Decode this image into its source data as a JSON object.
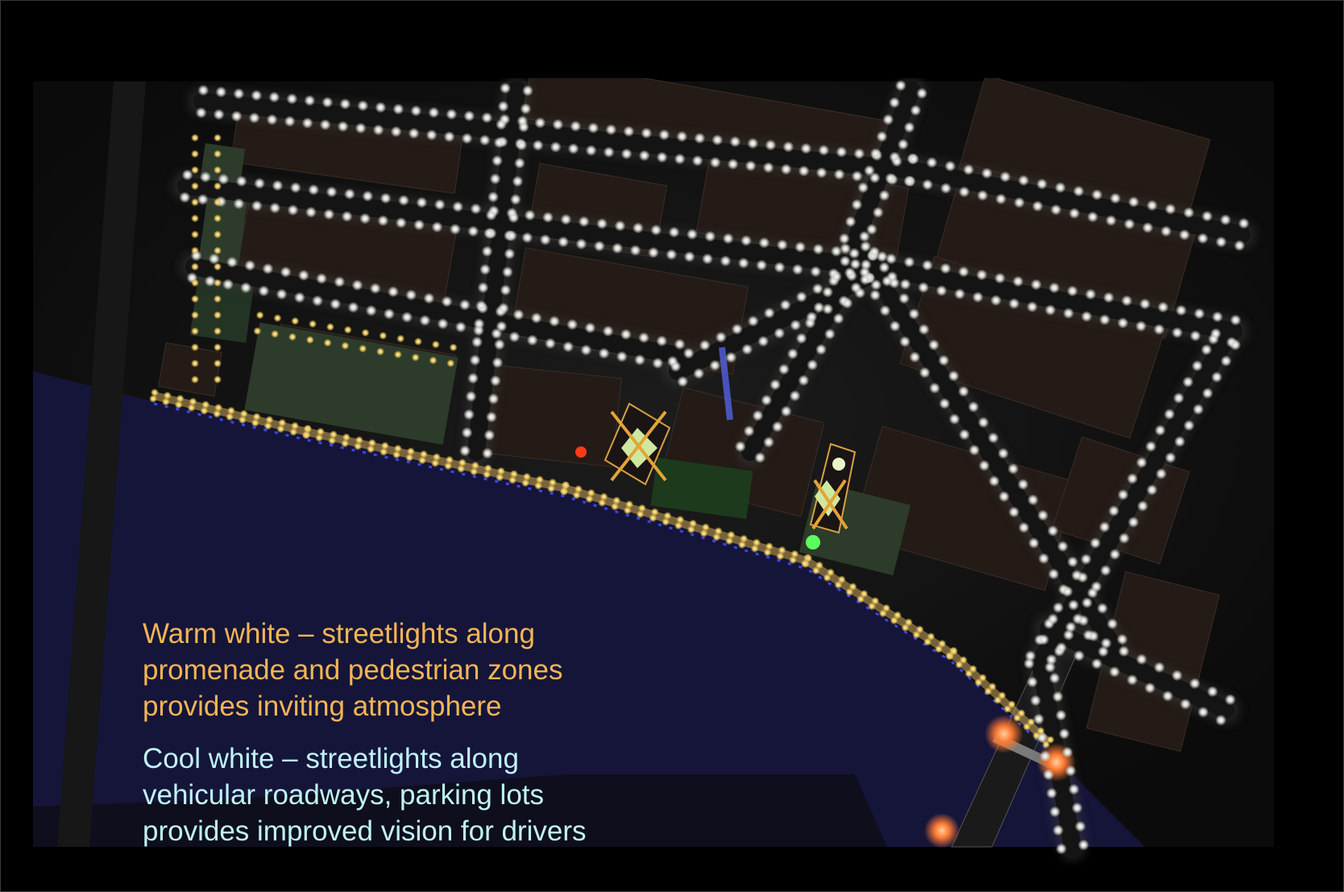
{
  "legend": {
    "warm": {
      "color": "#f4b553",
      "lines": [
        "Warm white – streetlights along",
        "promenade and pedestrian zones",
        "provides inviting atmosphere"
      ]
    },
    "cool": {
      "color": "#bff3f6",
      "lines": [
        "Cool white – streetlights along",
        "vehicular roadways, parking lots",
        "provides improved vision for drivers"
      ]
    }
  },
  "colors": {
    "background": "#000000",
    "water": "#15153a",
    "street": "#161616",
    "building": "#241a16",
    "park": "#2d3b2a",
    "warm_light": "#f6e59a",
    "cool_light": "#f4f4f0",
    "blue_light": "#3a46e6",
    "orange_glow": "#ff7a33"
  },
  "icons": [
    "streetlight-warm-icon",
    "streetlight-cool-icon",
    "plaza-x-icon",
    "fountain-icon"
  ]
}
